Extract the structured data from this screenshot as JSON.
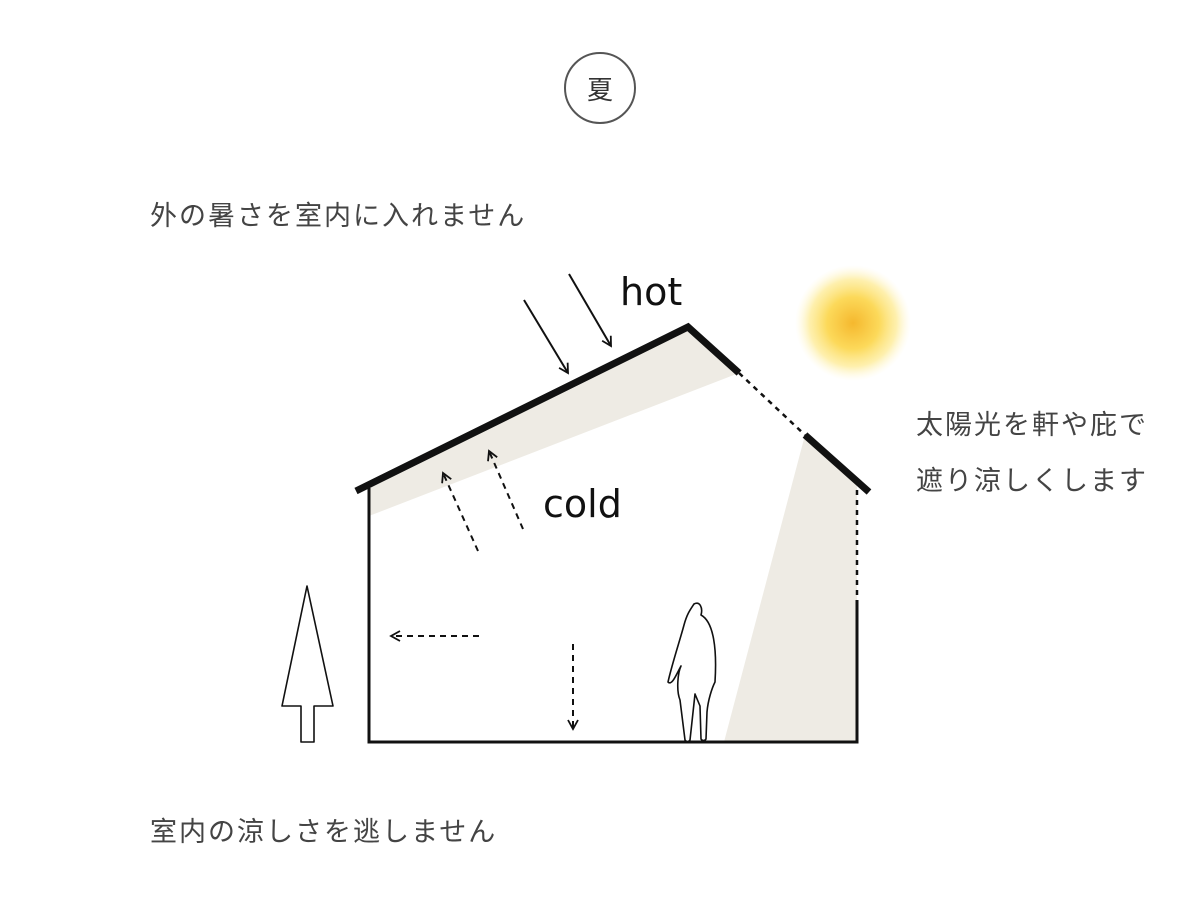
{
  "season": {
    "label": "夏"
  },
  "captions": {
    "top": "外の暑さを室内に入れません",
    "side_line1": "太陽光を軒や庇で",
    "side_line2": "遮り涼しくします",
    "bottom": "室内の涼しさを逃しません"
  },
  "labels": {
    "hot": "hot",
    "cold": "cold"
  },
  "colors": {
    "line": "#111111",
    "shade": "#eeebe4",
    "sun_core": "#f5b82e",
    "sun_glow": "#fde98a",
    "text": "#444444"
  },
  "icons": [
    "sun-icon",
    "tree-icon",
    "person-icon"
  ]
}
